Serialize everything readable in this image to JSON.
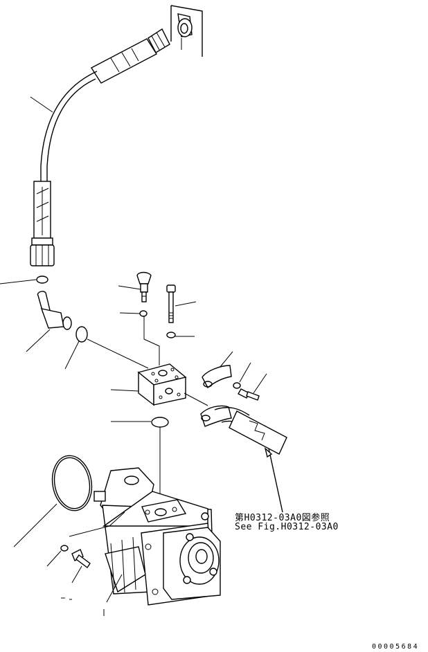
{
  "reference": {
    "line_ja": "第H0312-03A0図参照",
    "line_en": "See Fig.H0312-03A0"
  },
  "drawing_number": "00005684"
}
